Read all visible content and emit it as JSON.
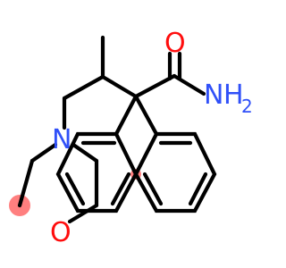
{
  "molecule": {
    "atoms": {
      "oxygen_carbonyl": {
        "symbol": "O",
        "color": "#ff0d0d"
      },
      "amide_n": {
        "symbol": "N",
        "color": "#3050f8"
      },
      "amide_h": {
        "symbol": "H",
        "color": "#3050f8"
      },
      "amide_h_count": {
        "symbol": "2",
        "color": "#3050f8"
      },
      "morpholine_n": {
        "symbol": "N",
        "color": "#3050f8"
      },
      "morpholine_o": {
        "symbol": "O",
        "color": "#ff0d0d"
      }
    },
    "highlight_color": "#ff7f7f",
    "bond_color": "#000000"
  }
}
